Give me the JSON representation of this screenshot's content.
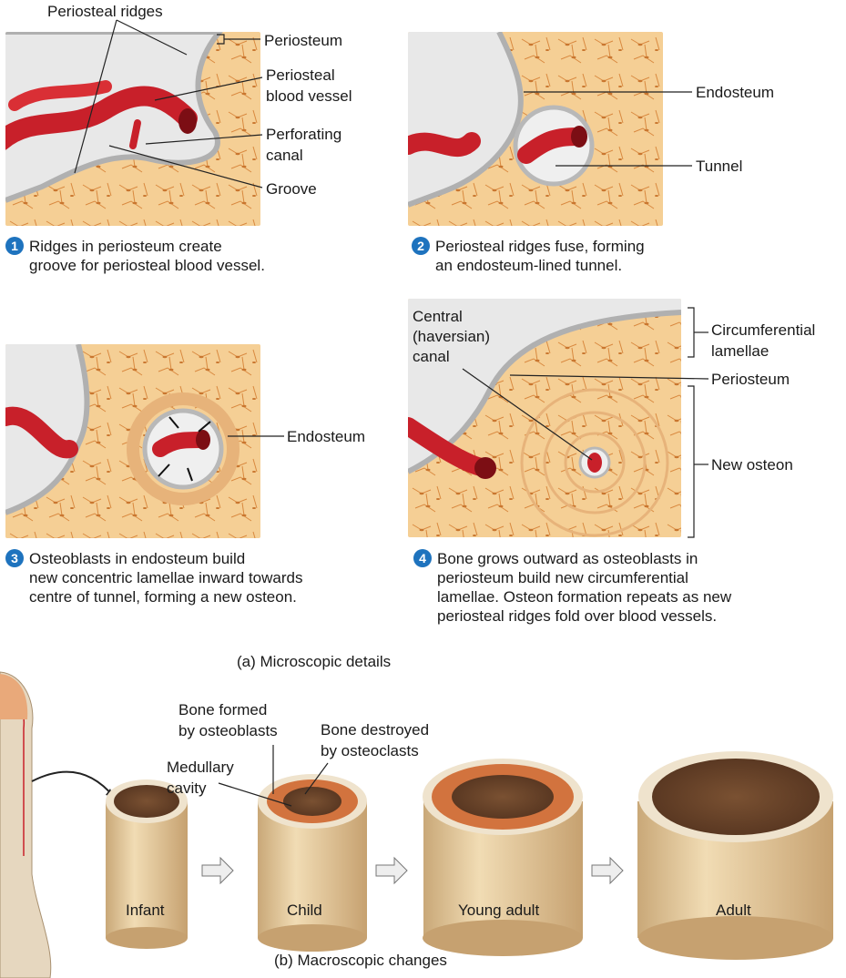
{
  "panel1": {
    "labels": {
      "periosteal_ridges": "Periosteal ridges",
      "periosteum": "Periosteum",
      "periosteal_blood_vessel_1": "Periosteal",
      "periosteal_blood_vessel_2": "blood vessel",
      "perforating_canal_1": "Perforating",
      "perforating_canal_2": "canal",
      "groove": "Groove"
    },
    "step": "1",
    "caption_1": "Ridges in periosteum create",
    "caption_2": "groove for periosteal blood vessel."
  },
  "panel2": {
    "labels": {
      "endosteum": "Endosteum",
      "tunnel": "Tunnel"
    },
    "step": "2",
    "caption_1": "Periosteal ridges fuse, forming",
    "caption_2": "an endosteum-lined tunnel."
  },
  "panel3": {
    "labels": {
      "endosteum": "Endosteum"
    },
    "step": "3",
    "caption_1": "Osteoblasts in endosteum build",
    "caption_2": "new concentric lamellae inward towards",
    "caption_3": "centre of tunnel, forming a new osteon."
  },
  "panel4": {
    "labels": {
      "central_1": "Central",
      "central_2": "(haversian)",
      "central_3": "canal",
      "circumferential_1": "Circumferential",
      "circumferential_2": "lamellae",
      "periosteum": "Periosteum",
      "new_osteon": "New osteon"
    },
    "step": "4",
    "caption_1": "Bone grows outward as osteoblasts in",
    "caption_2": "periosteum build new circumferential",
    "caption_3": "lamellae. Osteon formation repeats as new",
    "caption_4": "periosteal ridges fold over blood vessels."
  },
  "subtitle_a": "(a) Microscopic details",
  "macro": {
    "bone_formed_1": "Bone formed",
    "bone_formed_2": "by osteoblasts",
    "bone_destroyed_1": "Bone destroyed",
    "bone_destroyed_2": "by osteoclasts",
    "medullary_1": "Medullary",
    "medullary_2": "cavity",
    "stages": [
      "Infant",
      "Child",
      "Young adult",
      "Adult"
    ]
  },
  "subtitle_b": "(b) Macroscopic changes",
  "colors": {
    "bone": "#f4c98a",
    "vessel": "#c8202a",
    "periosteum": "#dcdcdc",
    "step_badge": "#1e73be"
  }
}
